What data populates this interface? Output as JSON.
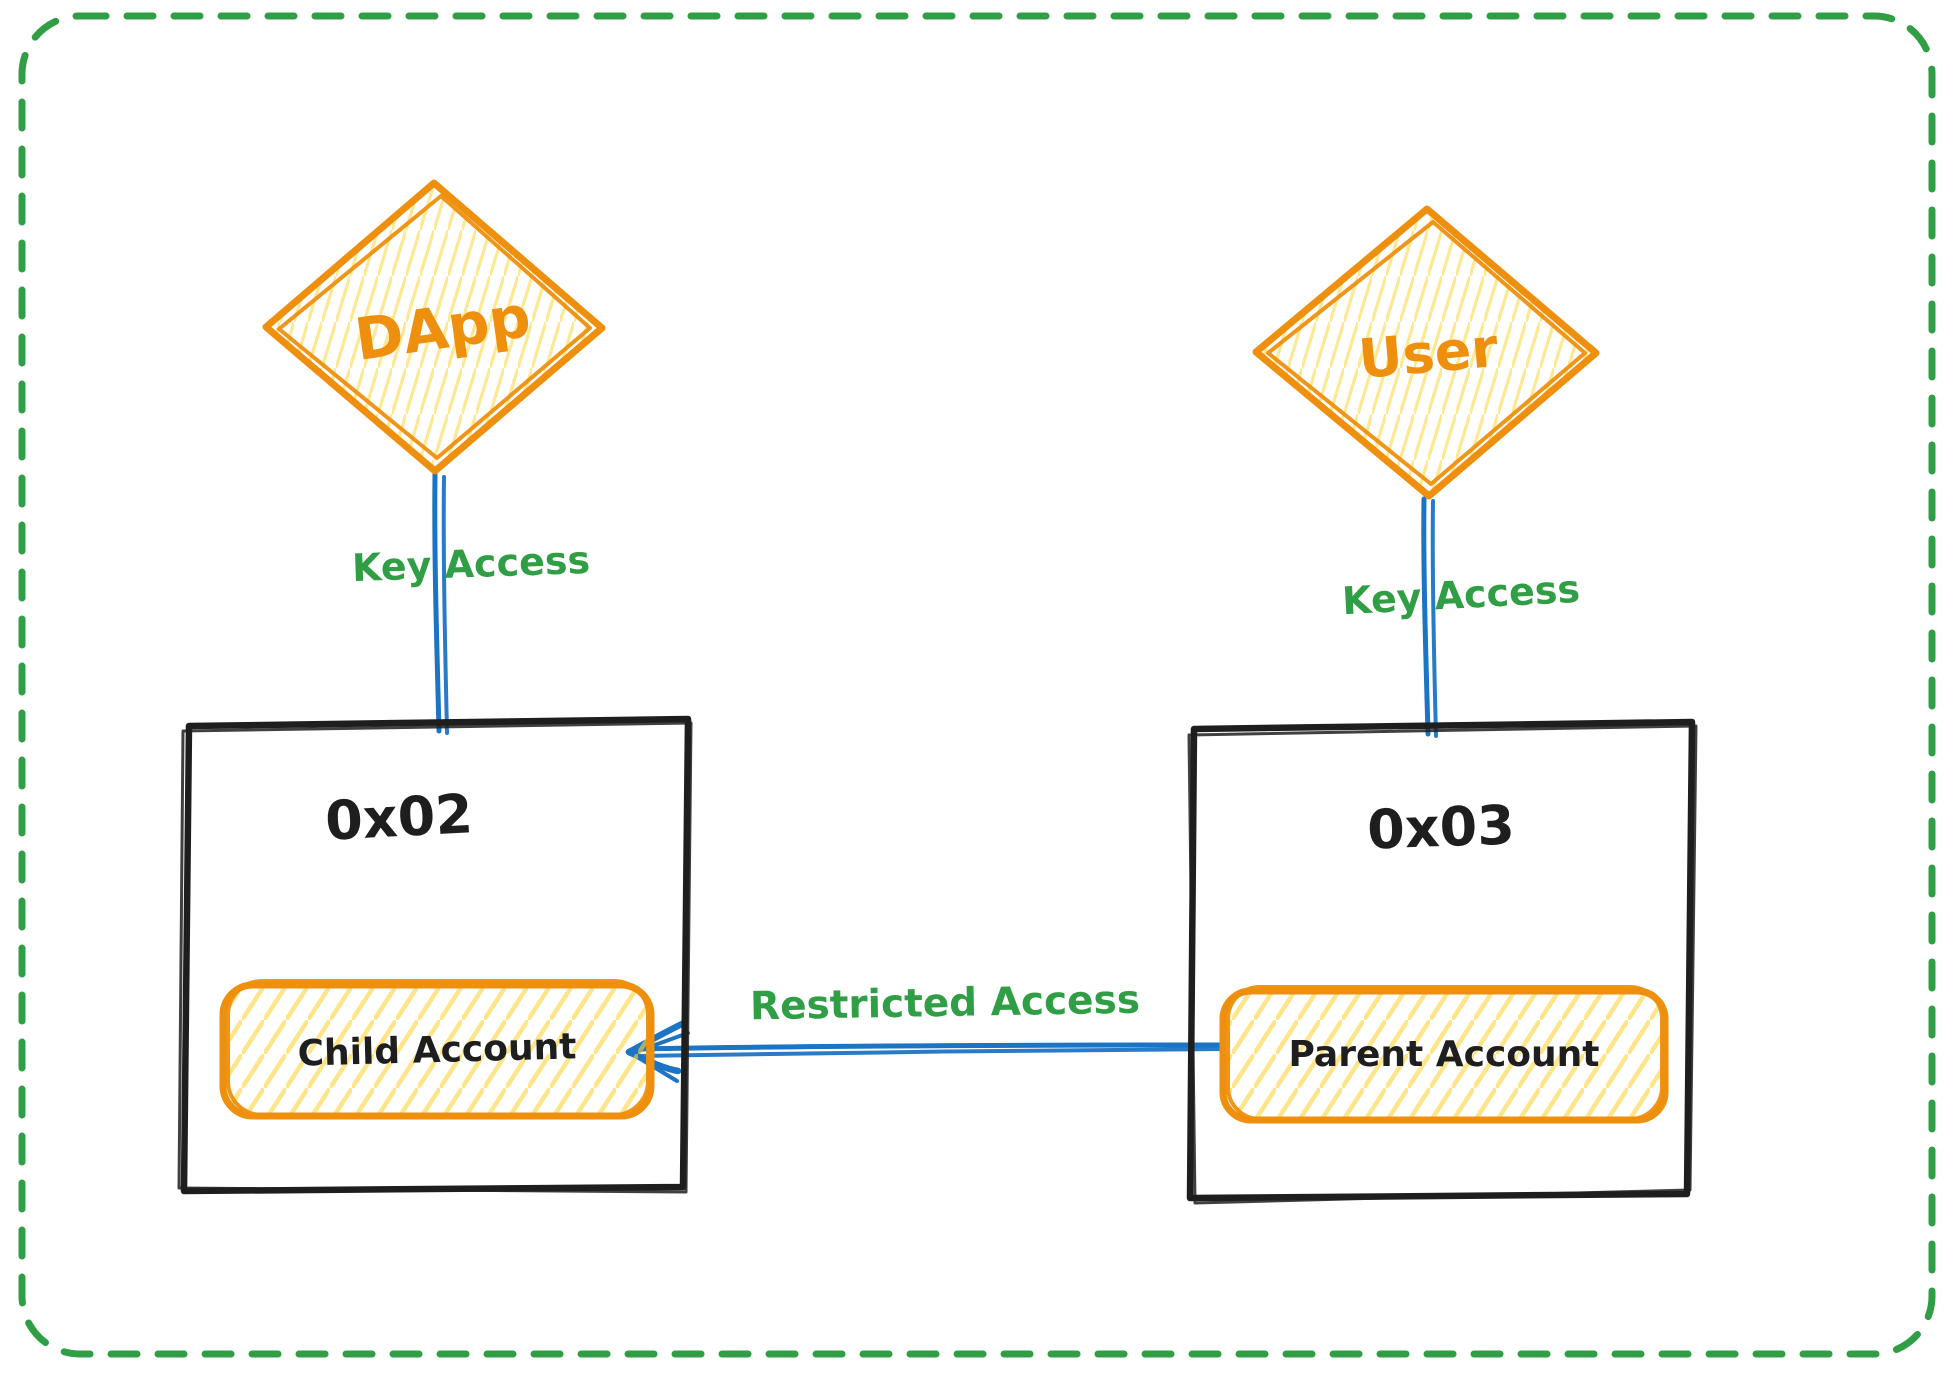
{
  "theme": {
    "canvas-bg": "#ffffff",
    "border-green": "#2f9e44",
    "label-green": "#2f9e44",
    "shape-orange": "#ee8f0d",
    "hatch-yellow": "#ffd43b",
    "connector-blue": "#1c74c5",
    "ink-black": "#1e1e1e"
  },
  "nodes": {
    "dapp": {
      "label": "DApp",
      "shape": "diamond"
    },
    "user": {
      "label": "User",
      "shape": "diamond"
    },
    "account_0x02": {
      "label": "0x02",
      "shape": "rectangle"
    },
    "account_0x03": {
      "label": "0x03",
      "shape": "rectangle"
    },
    "child_account": {
      "label": "Child Account",
      "shape": "rounded-rectangle"
    },
    "parent_account": {
      "label": "Parent Account",
      "shape": "rounded-rectangle"
    }
  },
  "edges": {
    "dapp_to_0x02": {
      "label": "Key Access",
      "from": "DApp",
      "to": "0x02"
    },
    "user_to_0x03": {
      "label": "Key Access",
      "from": "User",
      "to": "0x03"
    },
    "parent_to_child": {
      "label": "Restricted Access",
      "from": "Parent Account",
      "to": "Child Account"
    }
  }
}
